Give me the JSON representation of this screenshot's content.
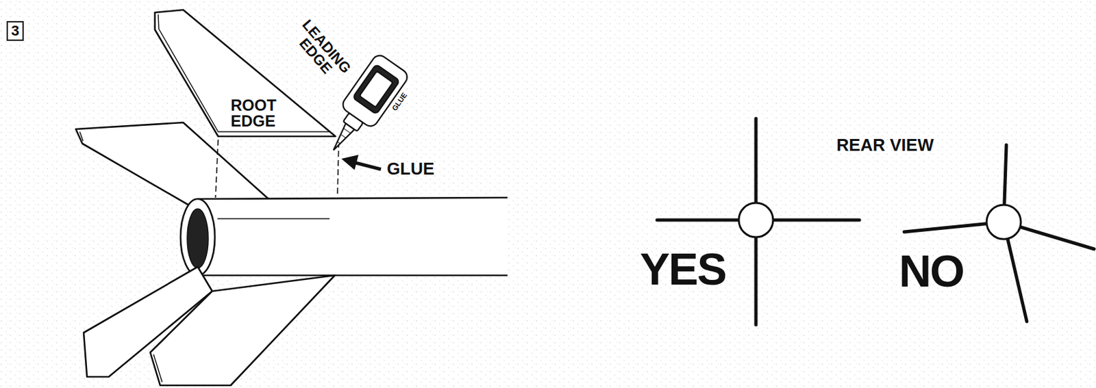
{
  "diagram": {
    "nodes": [
      {
        "text": [
          "3"
        ]
      }
    ],
    "labels": [
      "LEADING EDGE",
      "ROOT EDGE",
      "GLUE",
      "GLUE",
      "REAR VIEW",
      "YES",
      "NO"
    ]
  }
}
